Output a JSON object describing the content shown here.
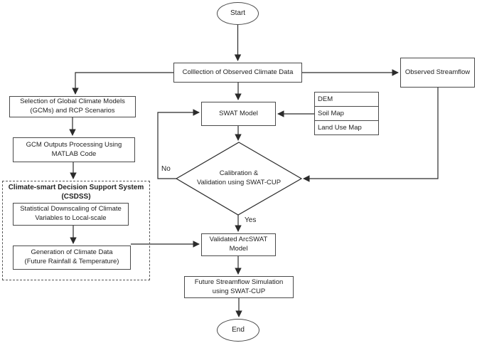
{
  "diagram": {
    "nodes": {
      "start": [
        "Start"
      ],
      "collection": [
        "Colllection of Observed Climate Data"
      ],
      "observed_streamflow": [
        "Observed Streamflow"
      ],
      "selection_gcm": [
        "Selection of Global Climate Models",
        "(GCMs) and RCP Scenarios"
      ],
      "gcm_outputs": [
        "GCM Outputs Processing Using",
        "MATLAB Code"
      ],
      "csdss_group": [
        "Climate-smart Decision Support System",
        "(CSDSS)"
      ],
      "statistical_downscaling": [
        "Statistical Downscaling of Climate",
        "Variables to Local-scale"
      ],
      "generation_climate_data": [
        "Generation of Climate Data",
        "(Future Rainfall & Temperature)"
      ],
      "swat_model": [
        "SWAT Model"
      ],
      "gis_inputs": [
        "DEM",
        "Soil Map",
        "Land Use Map"
      ],
      "calibration_decision": [
        "Calibration &",
        "Validation using SWAT-CUP"
      ],
      "validated_arcswat": [
        "Validated ArcSWAT",
        "Model"
      ],
      "future_streamflow": [
        "Future Streamflow Simulation",
        "using SWAT-CUP"
      ],
      "end": [
        "End"
      ]
    },
    "edge_labels": {
      "no": "No",
      "yes": "Yes"
    },
    "colors": {
      "background": "#ffffff",
      "line": "#2b2b2b",
      "box_border": "#4a4a4a",
      "text": "#222222"
    }
  }
}
